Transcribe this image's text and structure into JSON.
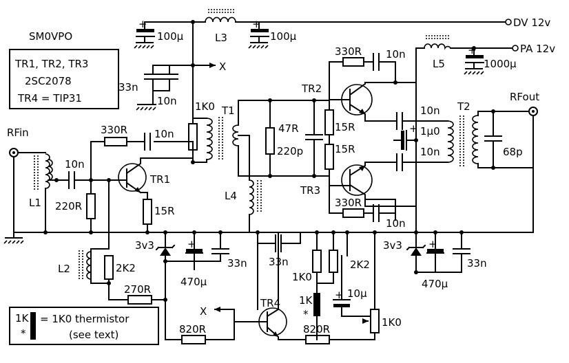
{
  "author": "SM0VPO",
  "legend": {
    "line1": "TR1, TR2, TR3",
    "line2": "2SC2078",
    "line3": "TR4 = TIP31"
  },
  "key": {
    "symbol": "1K",
    "desc": "= 1K0 thermistor",
    "note": "(see text)"
  },
  "ports": {
    "rfin": "RFin",
    "rfout": "RFout",
    "dv": "DV 12v",
    "pa": "PA 12v",
    "x_top": "X",
    "x_bot": "X"
  },
  "labels": {
    "c_dv1": "100µ",
    "c_dv2": "100µ",
    "c_pa": "1000µ",
    "l3": "L3",
    "l5": "L5",
    "c33_top": "33n",
    "c10_top": "10n",
    "r1k0_top": "1K0",
    "t1": "T1",
    "r330_tr1": "330R",
    "c10_tr1fb": "10n",
    "c10_in": "10n",
    "tr1": "TR1",
    "r220": "220R",
    "r15_tr1": "15R",
    "l1": "L1",
    "r47": "47R",
    "c220p": "220p",
    "l4": "L4",
    "tr2": "TR2",
    "tr3": "TR3",
    "r330_tr2": "330R",
    "c10_tr2fb": "10n",
    "r15_tr2": "15R",
    "r15_tr3": "15R",
    "r330_tr3": "330R",
    "c10_tr3fb": "10n",
    "c10_t2a": "10n",
    "c1u0": "1µ0",
    "c10_t2b": "10n",
    "t2": "T2",
    "c68p": "68p",
    "l2": "L2",
    "r2k2_a": "2K2",
    "r270": "270R",
    "d3v3_a": "3v3",
    "c470_a": "470µ",
    "c33_a": "33n",
    "c33_b": "33n",
    "r1k0_b": "1K0",
    "th1k": "1K",
    "star": "*",
    "r2k2_b": "2K2",
    "c10u": "10µ",
    "pot1k0": "1K0",
    "d3v3_b": "3v3",
    "c470_b": "470µ",
    "c33_c": "33n",
    "tr4": "TR4",
    "r820_a": "820R",
    "r820_b": "820R"
  }
}
